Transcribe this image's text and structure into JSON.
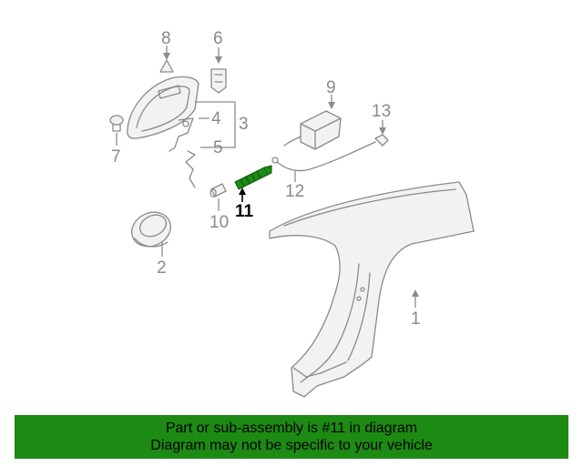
{
  "callouts": {
    "c1": "1",
    "c2": "2",
    "c3": "3",
    "c4": "4",
    "c5": "5",
    "c6": "6",
    "c7": "7",
    "c8": "8",
    "c9": "9",
    "c10": "10",
    "c11": "11",
    "c12": "12",
    "c13": "13"
  },
  "highlight": {
    "callout": "11",
    "color": "#000000"
  },
  "banner": {
    "line1": "Part or sub-assembly is #11 in diagram",
    "line2": "Diagram may not be specific to your vehicle",
    "background": "#1d8a14"
  },
  "colors": {
    "linework": "#8a8a8a",
    "highlight_part": "#1d8a14"
  }
}
